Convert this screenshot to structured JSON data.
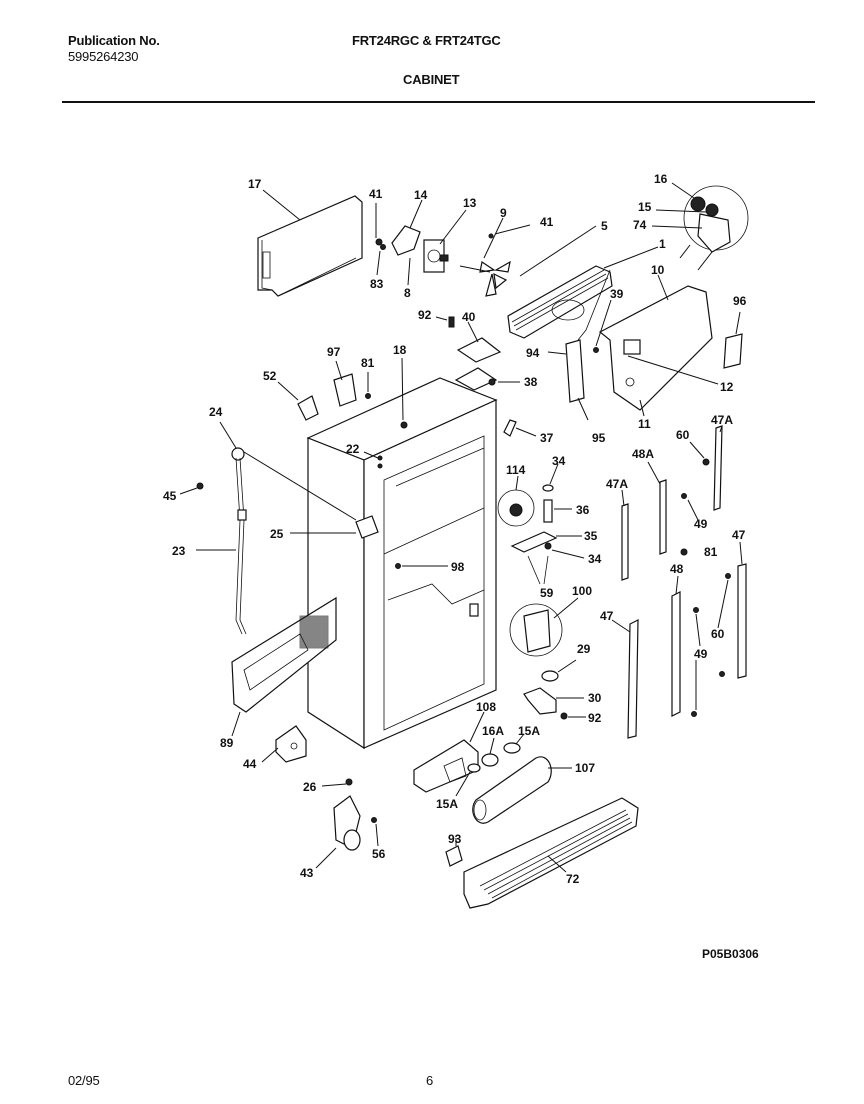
{
  "header": {
    "publication_label": "Publication No.",
    "publication_number": "5995264230",
    "model": "FRT24RGC & FRT24TGC",
    "section": "CABINET"
  },
  "diagram": {
    "figure_code": "P05B0306",
    "callouts": {
      "c17": "17",
      "c41a": "41",
      "c14": "14",
      "c13": "13",
      "c9": "9",
      "c41b": "41",
      "c5": "5",
      "c16": "16",
      "c15": "15",
      "c74": "74",
      "c1": "1",
      "c10": "10",
      "c83": "83",
      "c8": "8",
      "c39": "39",
      "c96": "96",
      "c92a": "92",
      "c40": "40",
      "c94": "94",
      "c12": "12",
      "c97": "97",
      "c81a": "81",
      "c18": "18",
      "c38": "38",
      "c52": "52",
      "c11": "11",
      "c95": "95",
      "c24": "24",
      "c37": "37",
      "c60a": "60",
      "c47Aa": "47A",
      "c22": "22",
      "c34a": "34",
      "c114": "114",
      "c48A": "48A",
      "c45": "45",
      "c36": "36",
      "c47Ab": "47A",
      "c49a": "49",
      "c25": "25",
      "c35": "35",
      "c23": "23",
      "c34b": "34",
      "c98": "98",
      "c81b": "81",
      "c47a": "47",
      "c48": "48",
      "c59": "59",
      "c100": "100",
      "c47b": "47",
      "c60b": "60",
      "c29": "29",
      "c49b": "49",
      "c30": "30",
      "c89": "89",
      "c92b": "92",
      "c108": "108",
      "c16A": "16A",
      "c15Aa": "15A",
      "c44": "44",
      "c107": "107",
      "c26": "26",
      "c15Ab": "15A",
      "c93": "93",
      "c56": "56",
      "c43": "43",
      "c72": "72"
    }
  },
  "footer": {
    "date": "02/95",
    "page": "6"
  }
}
